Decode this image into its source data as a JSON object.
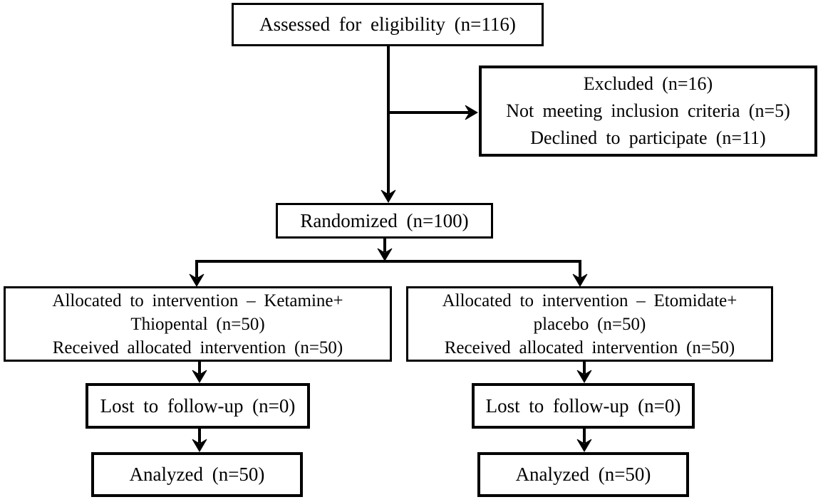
{
  "diagram": {
    "type": "consort-flow",
    "boxes": {
      "assessed": {
        "label": "Assessed for eligibility (n=116)"
      },
      "excluded": {
        "lines": [
          "Excluded (n=16)",
          "Not meeting inclusion criteria (n=5)",
          "Declined to participate (n=11)"
        ]
      },
      "randomized": {
        "label": "Randomized (n=100)"
      },
      "alloc_left": {
        "lines": [
          "Allocated to intervention – Ketamine+",
          "Thiopental (n=50)",
          "Received allocated intervention (n=50)"
        ]
      },
      "alloc_right": {
        "lines": [
          "Allocated to intervention – Etomidate+",
          "placebo (n=50)",
          "Received allocated intervention (n=50)"
        ]
      },
      "lost_left": {
        "label": "Lost to follow-up (n=0)"
      },
      "lost_right": {
        "label": "Lost to follow-up (n=0)"
      },
      "analyzed_left": {
        "label": "Analyzed (n=50)"
      },
      "analyzed_right": {
        "label": "Analyzed (n=50)"
      }
    },
    "counts": {
      "assessed": 116,
      "excluded_total": 16,
      "excluded_not_meeting_criteria": 5,
      "excluded_declined": 11,
      "randomized": 100,
      "allocated_per_arm": 50,
      "received_per_arm": 50,
      "lost_per_arm": 0,
      "analyzed_per_arm": 50
    },
    "arms": [
      "Ketamine+Thiopental",
      "Etomidate+placebo"
    ]
  },
  "colors": {
    "line": "#000000",
    "background": "#ffffff",
    "text": "#000000"
  }
}
